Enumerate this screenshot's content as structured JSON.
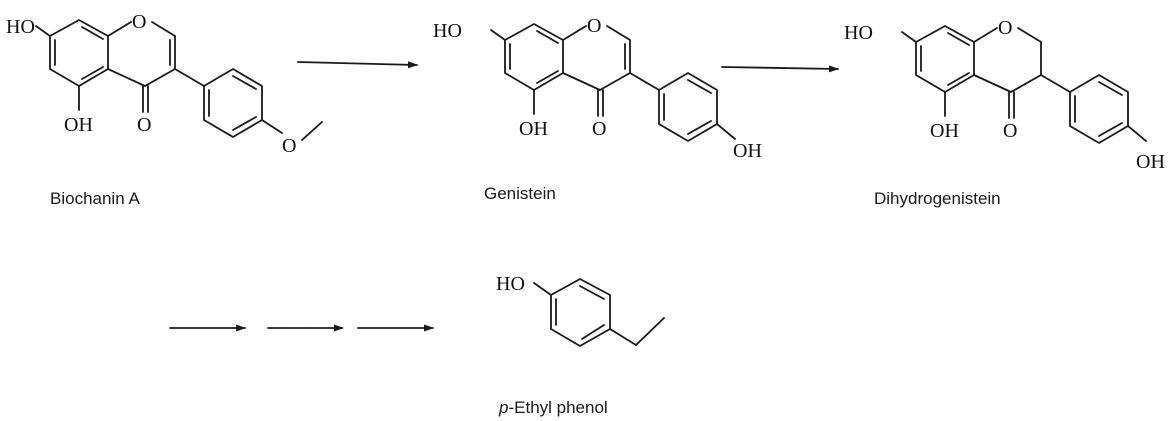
{
  "compounds": [
    {
      "name": "Biochanin A",
      "atoms": {
        "ho": "HO",
        "ring_o": "O",
        "oh5": "OH",
        "keto": "O",
        "methoxy_o": "O"
      }
    },
    {
      "name": "Genistein",
      "atoms": {
        "ho": "HO",
        "ring_o": "O",
        "oh5": "OH",
        "keto": "O",
        "oh4": "OH"
      }
    },
    {
      "name": "Dihydrogenistein",
      "atoms": {
        "ho": "HO",
        "ring_o": "O",
        "oh5": "OH",
        "keto": "O",
        "oh4": "OH"
      }
    },
    {
      "name_prefix": "p",
      "name_suffix": "-Ethyl phenol",
      "atoms": {
        "ho": "HO"
      }
    }
  ],
  "steps": [
    "biochanin-to-genistein",
    "genistein-to-dihydrogenistein",
    "multi-step-to-ethylphenol"
  ]
}
